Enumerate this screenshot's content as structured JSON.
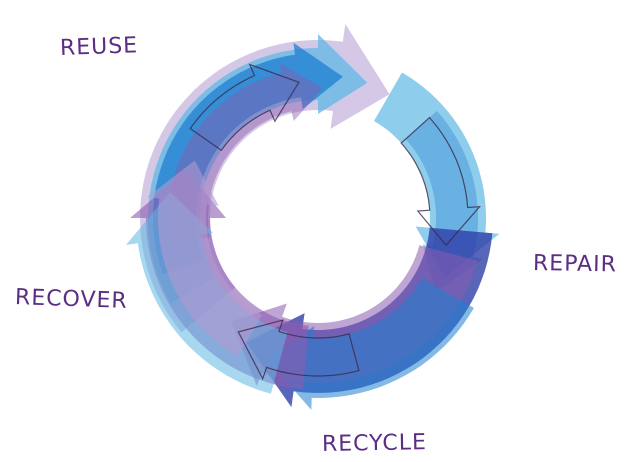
{
  "diagram": {
    "stages": {
      "reuse": "REUSE",
      "repair": "REPAIR",
      "recycle": "RECYCLE",
      "recover": "RECOVER"
    },
    "colors": {
      "light_blue": "#5fb8e4",
      "blue": "#1f7fd0",
      "deep_blue": "#2e3fa8",
      "purple": "#8a5bb0",
      "light_purple": "#b39ad1",
      "label": "#5b2d83"
    }
  }
}
